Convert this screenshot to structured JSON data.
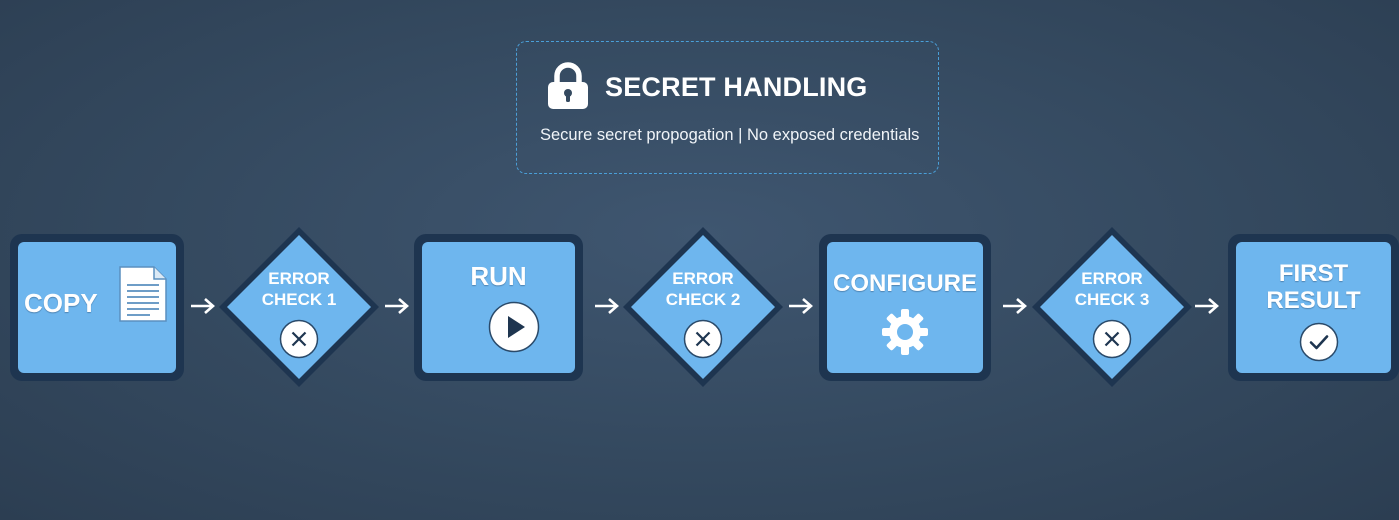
{
  "secret_handling": {
    "title": "SECRET HANDLING",
    "subtitle": "Secure secret propogation | No exposed credentials",
    "icon": "lock-icon"
  },
  "flow": {
    "steps": [
      {
        "line1": "COPY",
        "line2": "",
        "icon": "document-icon"
      },
      {
        "line1": "RUN",
        "line2": "",
        "icon": "play-icon"
      },
      {
        "line1": "CONFIGURE",
        "line2": "",
        "icon": "gear-icon"
      },
      {
        "line1": "FIRST",
        "line2": "RESULT",
        "icon": "check-icon"
      }
    ],
    "decisions": [
      {
        "line1": "ERROR",
        "line2": "CHECK 1",
        "icon": "x-icon"
      },
      {
        "line1": "ERROR",
        "line2": "CHECK 2",
        "icon": "x-icon"
      },
      {
        "line1": "ERROR",
        "line2": "CHECK 3",
        "icon": "x-icon"
      }
    ]
  },
  "colors": {
    "background": "#34495f",
    "box_fill": "#6eb6ee",
    "box_border": "#1e3550",
    "dashed_border": "#4a9fd8",
    "text": "#ffffff"
  }
}
